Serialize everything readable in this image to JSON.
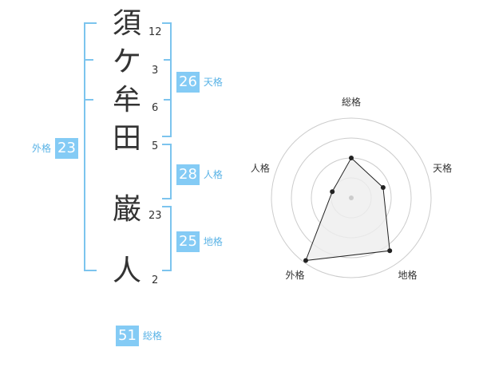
{
  "name": {
    "characters": [
      {
        "char": "須",
        "strokes": "12"
      },
      {
        "char": "ケ",
        "strokes": "3"
      },
      {
        "char": "牟",
        "strokes": "6"
      },
      {
        "char": "田",
        "strokes": "5"
      },
      {
        "char": "巌",
        "strokes": "23"
      },
      {
        "char": "人",
        "strokes": "2"
      }
    ]
  },
  "scores": {
    "tenkaku": {
      "value": "26",
      "label": "天格"
    },
    "jinkaku": {
      "value": "28",
      "label": "人格"
    },
    "chikaku": {
      "value": "25",
      "label": "地格"
    },
    "gaikaku": {
      "value": "23",
      "label": "外格"
    },
    "soukaku": {
      "value": "51",
      "label": "総格"
    }
  },
  "colors": {
    "accent": "#84cbf5",
    "accent_text": "#5ab3e6",
    "bracket": "#7cc4ee",
    "ring": "#cccccc",
    "polygon_fill": "#eeeeee",
    "polygon_stroke": "#222222"
  },
  "chart_data": {
    "type": "radar",
    "axes": [
      "総格",
      "天格",
      "地格",
      "外格",
      "人格"
    ],
    "values": [
      0.5,
      0.42,
      0.82,
      0.97,
      0.25
    ],
    "rings": 4,
    "center_marker": true
  }
}
